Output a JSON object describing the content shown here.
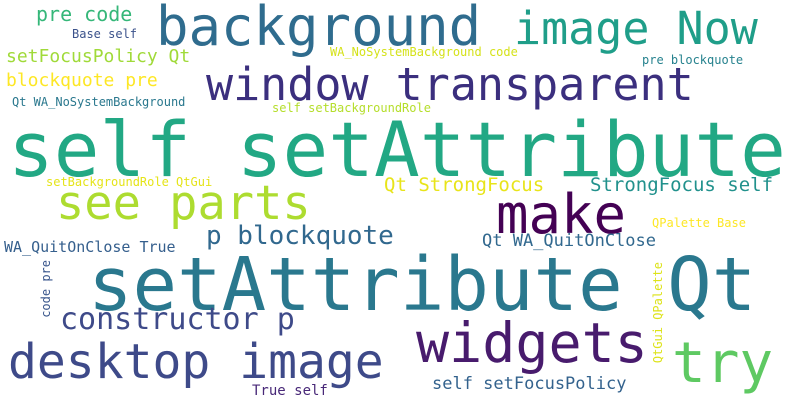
{
  "words": [
    {
      "text": "self setAttribute",
      "color": "#22a884"
    },
    {
      "text": "setAttribute Qt",
      "color": "#2a788e"
    },
    {
      "text": "background",
      "color": "#2f6c8e"
    },
    {
      "text": "window transparent",
      "color": "#3b2f7e"
    },
    {
      "text": "image Now",
      "color": "#1f9e89"
    },
    {
      "text": "make",
      "color": "#440154"
    },
    {
      "text": "widgets",
      "color": "#481b6d"
    },
    {
      "text": "desktop image",
      "color": "#3e4a89"
    },
    {
      "text": "see parts",
      "color": "#addc30"
    },
    {
      "text": "try",
      "color": "#5ec962"
    },
    {
      "text": "constructor p",
      "color": "#3e4a89"
    },
    {
      "text": "p blockquote",
      "color": "#31688e"
    },
    {
      "text": "Qt StrongFocus",
      "color": "#e8e419"
    },
    {
      "text": "StrongFocus self",
      "color": "#21918c"
    },
    {
      "text": "Qt WA_QuitOnClose",
      "color": "#31688e"
    },
    {
      "text": "WA_QuitOnClose True",
      "color": "#355f8d"
    },
    {
      "text": "self setFocusPolicy",
      "color": "#33628d"
    },
    {
      "text": "pre code",
      "color": "#35b779"
    },
    {
      "text": "setFocusPolicy Qt",
      "color": "#a0da39"
    },
    {
      "text": "blockquote pre",
      "color": "#fde725"
    },
    {
      "text": "Qt WA_NoSystemBackground",
      "color": "#2a788e"
    },
    {
      "text": "Base self",
      "color": "#3b528b"
    },
    {
      "text": "WA_NoSystemBackground code",
      "color": "#d5e21a"
    },
    {
      "text": "pre blockquote",
      "color": "#26828e"
    },
    {
      "text": "self setBackgroundRole",
      "color": "#b5de2b"
    },
    {
      "text": "setBackgroundRole QtGui",
      "color": "#e5e419"
    },
    {
      "text": "QPalette Base",
      "color": "#fde725"
    },
    {
      "text": "True self",
      "color": "#482878"
    },
    {
      "text": "code pre",
      "color": "#39568c"
    },
    {
      "text": "QtGui QPalette",
      "color": "#dde318"
    }
  ]
}
